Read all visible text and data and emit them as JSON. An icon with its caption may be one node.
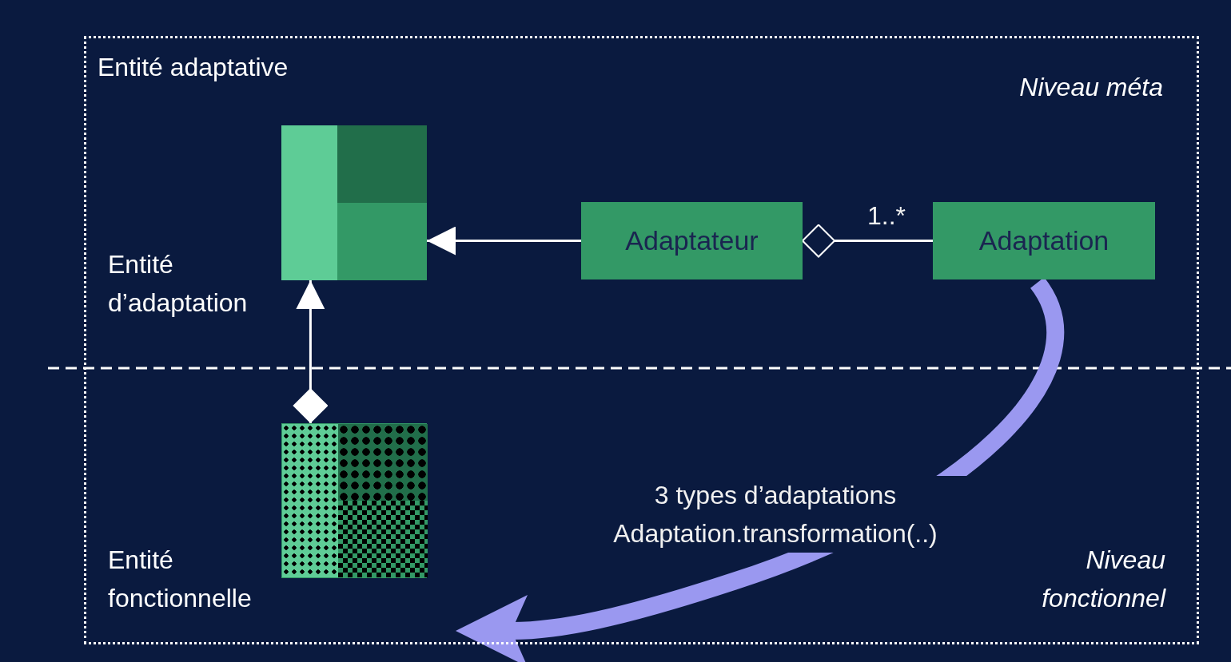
{
  "diagram": {
    "nodes": [
      {
        "text": [
          "Entité adaptative"
        ]
      },
      {
        "text": [],
        "shape": "box",
        "beside": [
          "Entité d’adaptation"
        ],
        "in": 0
      },
      {
        "text": [
          "Adaptateur"
        ],
        "in": 0
      },
      {
        "text": [
          "Adaptation"
        ],
        "in": 0
      },
      {
        "text": [],
        "shape": "box",
        "beside": [
          "Entité fonctionnelle"
        ],
        "in": 0
      }
    ],
    "edges": [
      {
        "from": 2,
        "to": 1,
        "arrow": "to"
      },
      {
        "from": 2,
        "to": 3,
        "arrow": "other",
        "label": "1..*"
      },
      {
        "from": 4,
        "to": 1,
        "arrow": "to"
      },
      {
        "from": 3,
        "to": null,
        "arrow": "to",
        "style": "thick",
        "color": "#9a98f0",
        "label": "3 types d’adaptations Adaptation.transformation(..)"
      }
    ],
    "labels": [
      "Niveau méta",
      "Niveau fonctionnel"
    ]
  }
}
